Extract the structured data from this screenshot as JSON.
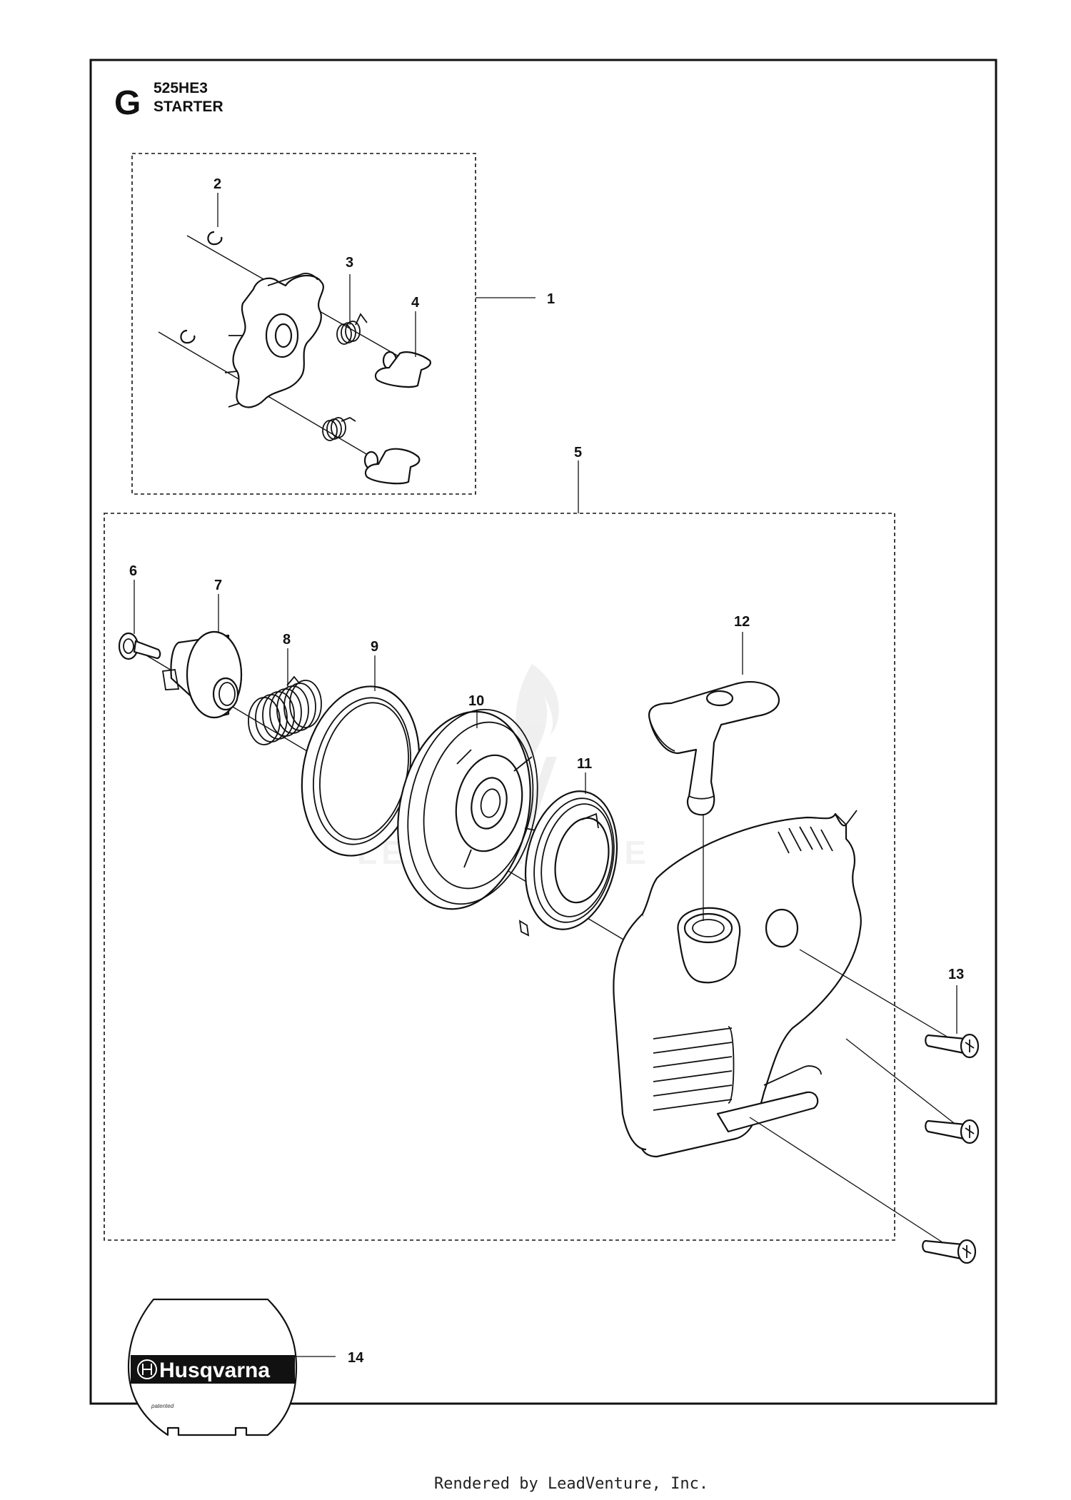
{
  "header": {
    "section_letter": "G",
    "model": "525HE3",
    "title": "STARTER"
  },
  "callouts": [
    {
      "id": "c1",
      "label": "1"
    },
    {
      "id": "c2",
      "label": "2"
    },
    {
      "id": "c3",
      "label": "3"
    },
    {
      "id": "c4",
      "label": "4"
    },
    {
      "id": "c5",
      "label": "5"
    },
    {
      "id": "c6",
      "label": "6"
    },
    {
      "id": "c7",
      "label": "7"
    },
    {
      "id": "c8",
      "label": "8"
    },
    {
      "id": "c9",
      "label": "9"
    },
    {
      "id": "c10",
      "label": "10"
    },
    {
      "id": "c11",
      "label": "11"
    },
    {
      "id": "c12",
      "label": "12"
    },
    {
      "id": "c13",
      "label": "13"
    },
    {
      "id": "c14",
      "label": "14"
    }
  ],
  "decal": {
    "brand": "Husqvarna",
    "small_text": "patented"
  },
  "watermark": "LEADVENTURE",
  "footer": "Rendered by LeadVenture, Inc."
}
